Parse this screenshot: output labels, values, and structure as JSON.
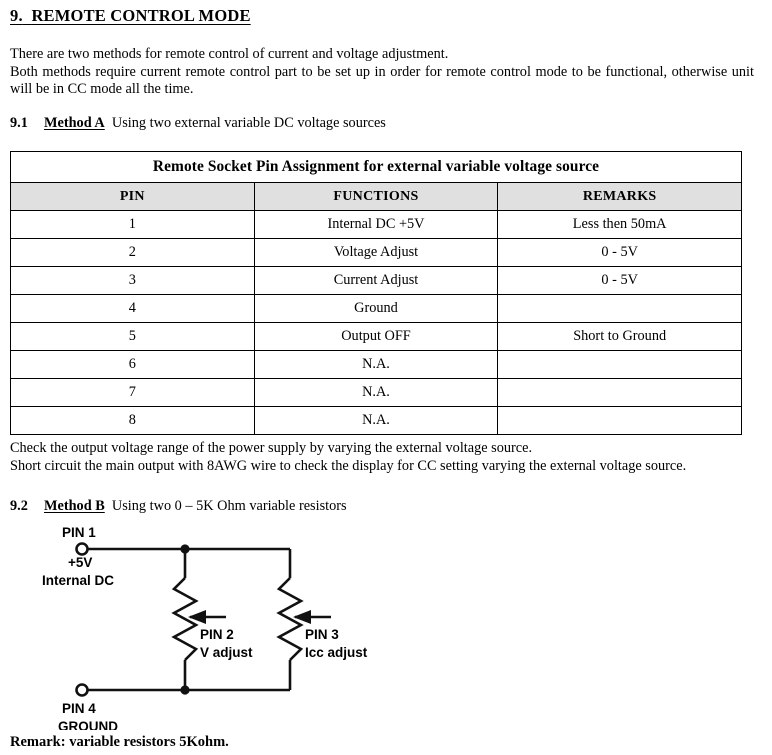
{
  "document": {
    "heading": {
      "number": "9.",
      "title": "REMOTE CONTROL MODE"
    },
    "intro": {
      "line1": "There are two methods for remote control of current and voltage adjustment.",
      "line2": "Both methods require current remote control part to be set up in order for remote control mode to be functional, otherwise unit will be in CC mode all the time."
    },
    "method_a": {
      "number": "9.1",
      "label": "Method A",
      "description": "Using two external variable DC voltage sources"
    },
    "method_b": {
      "number": "9.2",
      "label": "Method B",
      "description": "Using two 0 – 5K Ohm variable resistors"
    },
    "notes": {
      "line1": "Check the output voltage range of the power supply by varying the external voltage source.",
      "line2": "Short circuit the main output with 8AWG wire to check the display for CC setting varying the external voltage source."
    },
    "remark": "Remark: variable resistors 5Kohm."
  },
  "table": {
    "title": "Remote Socket Pin Assignment for external variable voltage source",
    "header_bg": "#e0e0e0",
    "columns": [
      "PIN",
      "FUNCTIONS",
      "REMARKS"
    ],
    "rows": [
      {
        "pin": "1",
        "function": "Internal DC +5V",
        "remark": "Less then 50mA"
      },
      {
        "pin": "2",
        "function": "Voltage Adjust",
        "remark": "0 - 5V"
      },
      {
        "pin": "3",
        "function": "Current Adjust",
        "remark": "0 - 5V"
      },
      {
        "pin": "4",
        "function": "Ground",
        "remark": ""
      },
      {
        "pin": "5",
        "function": "Output OFF",
        "remark": "Short to Ground"
      },
      {
        "pin": "6",
        "function": "N.A.",
        "remark": ""
      },
      {
        "pin": "7",
        "function": "N.A.",
        "remark": ""
      },
      {
        "pin": "8",
        "function": "N.A.",
        "remark": ""
      }
    ]
  },
  "circuit": {
    "stroke_color": "#111111",
    "labels": {
      "pin1": "PIN 1",
      "supply_v": "+5V",
      "supply_src": "Internal DC",
      "pin2": "PIN 2",
      "pin2_fn": "V adjust",
      "pin3": "PIN 3",
      "pin3_fn": "Icc adjust",
      "pin4": "PIN 4",
      "pin4_fn": "GROUND"
    }
  }
}
